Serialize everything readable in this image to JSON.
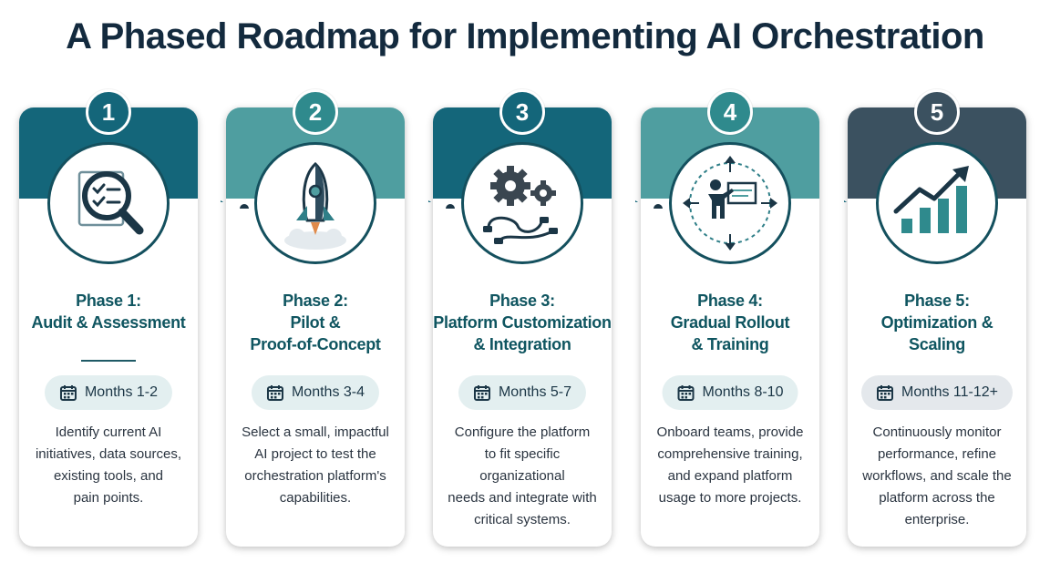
{
  "title": "A Phased Roadmap for Implementing AI Orchestration",
  "colors": {
    "teal_dark": "#14667a",
    "teal_mid": "#4f9ea0",
    "slate": "#3b5160",
    "text_dark": "#132a3e",
    "heading": "#0f5560"
  },
  "phases": [
    {
      "number": "1",
      "title_line1": "Phase 1:",
      "title_line2": "Audit & Assessment",
      "title_line3": "",
      "duration": "Months 1-2",
      "icon": "magnifier-checklist-icon",
      "description": [
        "Identify current AI",
        "initiatives, data sources,",
        "existing tools, and",
        "pain points."
      ]
    },
    {
      "number": "2",
      "title_line1": "Phase 2:",
      "title_line2": "Pilot &",
      "title_line3": "Proof-of-Concept",
      "duration": "Months 3-4",
      "icon": "rocket-icon",
      "description": [
        "Select a small, impactful",
        "AI project to test the",
        "orchestration platform's",
        "capabilities."
      ]
    },
    {
      "number": "3",
      "title_line1": "Phase 3:",
      "title_line2": "Platform Customization",
      "title_line3": "& Integration",
      "duration": "Months 5-7",
      "icon": "gears-cables-icon",
      "description": [
        "Configure the platform",
        "to fit specific organizational",
        "needs and integrate with",
        "critical systems."
      ]
    },
    {
      "number": "4",
      "title_line1": "Phase 4:",
      "title_line2": "Gradual Rollout",
      "title_line3": "& Training",
      "duration": "Months 8-10",
      "icon": "presenter-expand-icon",
      "description": [
        "Onboard teams, provide",
        "comprehensive training,",
        "and expand platform",
        "usage to more projects."
      ]
    },
    {
      "number": "5",
      "title_line1": "Phase 5:",
      "title_line2": "Optimization &",
      "title_line3": "Scaling",
      "duration": "Months 11-12+",
      "icon": "growth-chart-icon",
      "description": [
        "Continuously monitor",
        "performance, refine",
        "workflows, and scale the",
        "platform across the",
        "enterprise."
      ]
    }
  ]
}
